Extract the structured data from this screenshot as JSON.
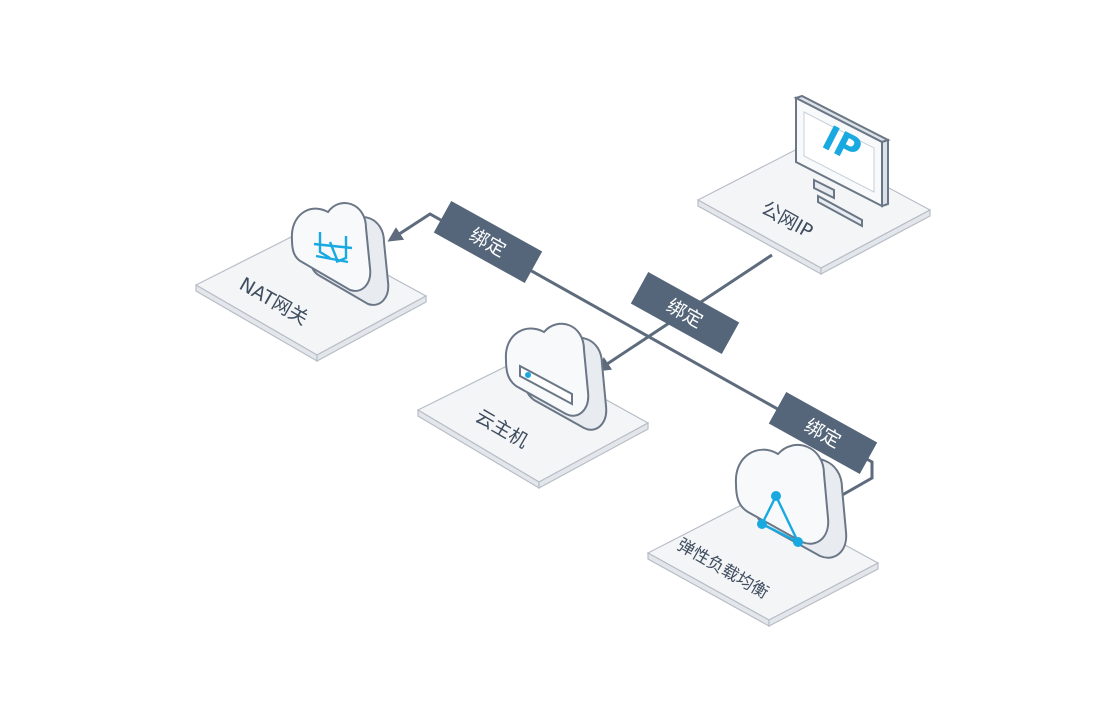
{
  "nodes": {
    "nat_gateway": {
      "label": "NAT网关",
      "icon": "nat-gateway-icon"
    },
    "cloud_host": {
      "label": "云主机",
      "icon": "server-icon"
    },
    "public_ip": {
      "label": "公网IP",
      "screen_text": "IP",
      "icon": "monitor-icon"
    },
    "load_balancer": {
      "label": "弹性负载均衡",
      "icon": "triangle-network-icon"
    }
  },
  "connections": {
    "nat": {
      "tag": "绑定"
    },
    "host": {
      "tag": "绑定"
    },
    "lb": {
      "tag": "绑定"
    }
  },
  "colors": {
    "accent": "#19a9e1",
    "line": "#5e6b7c",
    "tag_bg": "#56667a",
    "label": "#3f4d5f",
    "tile": "#f4f5f7",
    "tile_border": "#b8bec7"
  }
}
